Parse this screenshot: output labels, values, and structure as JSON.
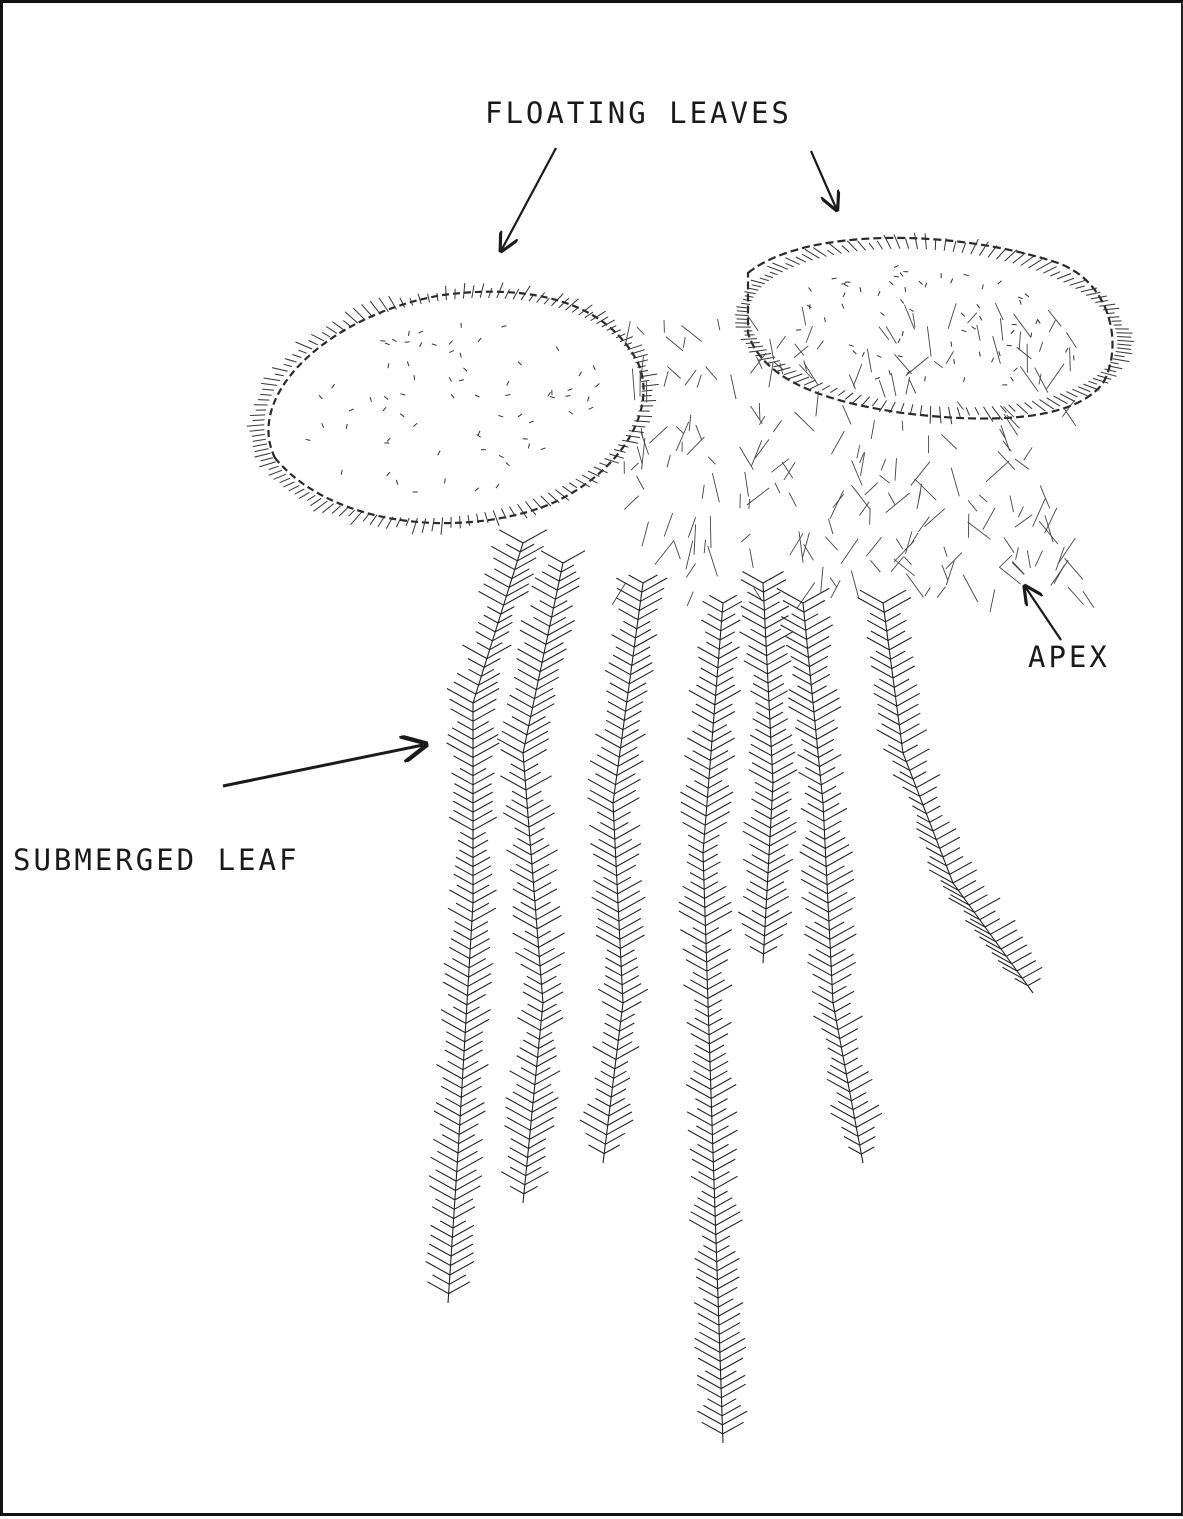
{
  "labels": {
    "floating_leaves": "FLOATING LEAVES",
    "apex": "APEX",
    "submerged_leaf": "SUBMERGED LEAF"
  },
  "colors": {
    "ink": "#1a1a1a",
    "paper": "#ffffff"
  }
}
